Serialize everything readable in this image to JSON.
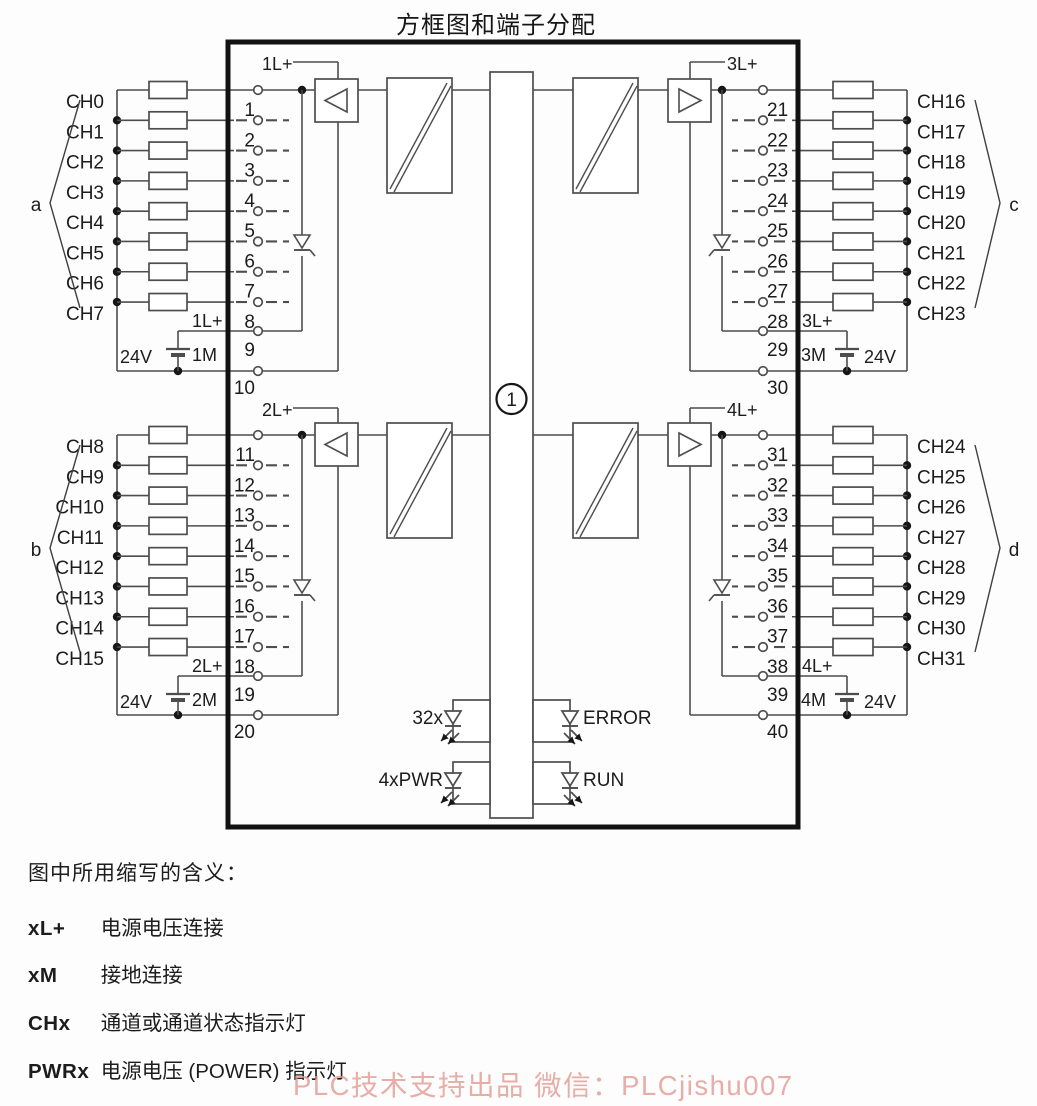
{
  "title": "方框图和端子分配",
  "module_circle_label": "1",
  "groups": [
    {
      "bracket": "a",
      "power_label": "1L+",
      "ground_label": "1M",
      "voltage": "24V",
      "power_terminal": "9",
      "ground_terminal": "10",
      "channels": [
        "CH0",
        "CH1",
        "CH2",
        "CH3",
        "CH4",
        "CH5",
        "CH6",
        "CH7"
      ],
      "terminals": [
        "1",
        "2",
        "3",
        "4",
        "5",
        "6",
        "7",
        "8"
      ]
    },
    {
      "bracket": "b",
      "power_label": "2L+",
      "ground_label": "2M",
      "voltage": "24V",
      "power_terminal": "19",
      "ground_terminal": "20",
      "channels": [
        "CH8",
        "CH9",
        "CH10",
        "CH11",
        "CH12",
        "CH13",
        "CH14",
        "CH15"
      ],
      "terminals": [
        "11",
        "12",
        "13",
        "14",
        "15",
        "16",
        "17",
        "18"
      ]
    },
    {
      "bracket": "c",
      "power_label": "3L+",
      "ground_label": "3M",
      "voltage": "24V",
      "power_terminal": "29",
      "ground_terminal": "30",
      "channels": [
        "CH16",
        "CH17",
        "CH18",
        "CH19",
        "CH20",
        "CH21",
        "CH22",
        "CH23"
      ],
      "terminals": [
        "21",
        "22",
        "23",
        "24",
        "25",
        "26",
        "27",
        "28"
      ]
    },
    {
      "bracket": "d",
      "power_label": "4L+",
      "ground_label": "4M",
      "voltage": "24V",
      "power_terminal": "39",
      "ground_terminal": "40",
      "channels": [
        "CH24",
        "CH25",
        "CH26",
        "CH27",
        "CH28",
        "CH29",
        "CH30",
        "CH31"
      ],
      "terminals": [
        "31",
        "32",
        "33",
        "34",
        "35",
        "36",
        "37",
        "38"
      ]
    }
  ],
  "leds": [
    {
      "label": "32x"
    },
    {
      "label": "ERROR"
    },
    {
      "label": "4xPWR"
    },
    {
      "label": "RUN"
    }
  ],
  "legend": {
    "heading": "图中所用缩写的含义：",
    "items": [
      {
        "term": "xL+",
        "desc": "电源电压连接"
      },
      {
        "term": "xM",
        "desc": "接地连接"
      },
      {
        "term": "CHx",
        "desc": "通道或通道状态指示灯"
      },
      {
        "term": "PWRx",
        "desc": "电源电压 (POWER) 指示灯"
      }
    ]
  },
  "watermark": "PLC技术支持出品  微信：PLCjishu007",
  "colors": {
    "line": "#4d4d4d",
    "border": "#121212",
    "text": "#1c1c1c",
    "watermark": "#e09288"
  }
}
